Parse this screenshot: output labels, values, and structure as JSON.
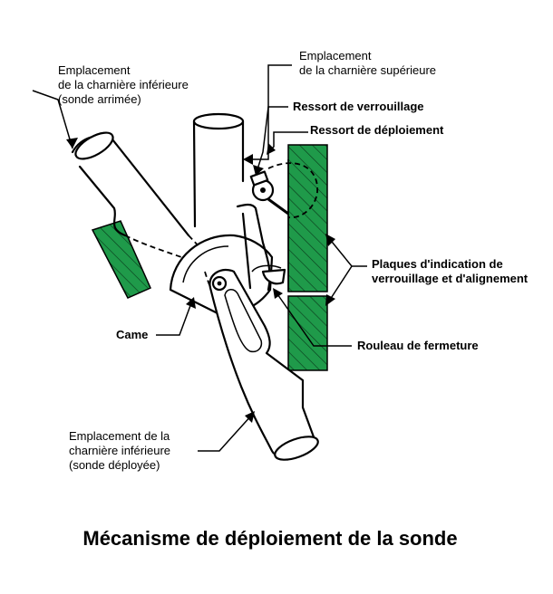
{
  "labels": {
    "lower_hinge_stowed": [
      "Emplacement",
      "de la charnière inférieure",
      "(sonde arrimée)"
    ],
    "upper_hinge": [
      "Emplacement",
      "de la charnière supérieure"
    ],
    "lock_spring": "Ressort de verrouillage",
    "deploy_spring": "Ressort de déploiement",
    "indicator_plates": [
      "Plaques d'indication de",
      "verrouillage et d'alignement"
    ],
    "cam": "Came",
    "closing_roller": "Rouleau de fermeture",
    "lower_hinge_deployed": [
      "Emplacement de la",
      "charnière inférieure",
      "(sonde déployée)"
    ]
  },
  "caption": "Mécanisme de déploiement de la sonde",
  "colors": {
    "plate_green": "#1f9a4a",
    "line": "#000000",
    "background": "#ffffff"
  }
}
